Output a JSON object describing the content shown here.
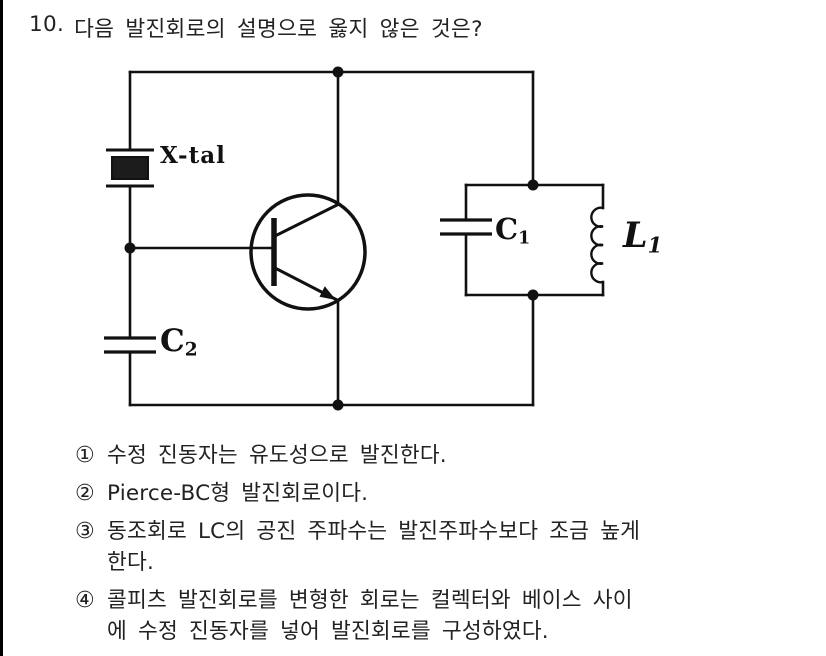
{
  "page": {
    "background": "#ffffff",
    "ink": "#111111"
  },
  "question": {
    "number": "10.",
    "text": "다음 발진회로의 설명으로 옳지 않은 것은?"
  },
  "circuit": {
    "component_labels": {
      "crystal": "X-tal",
      "c1_letter": "C",
      "c1_sub": "1",
      "c2_letter": "C",
      "c2_sub": "2",
      "l1_letter": "L",
      "l1_sub": "1"
    }
  },
  "options": [
    {
      "marker": "①",
      "lines": [
        "수정 진동자는 유도성으로 발진한다."
      ]
    },
    {
      "marker": "②",
      "lines": [
        "Pierce-BC형 발진회로이다."
      ]
    },
    {
      "marker": "③",
      "lines": [
        "동조회로 LC의 공진 주파수는 발진주파수보다 조금 높게",
        "한다."
      ]
    },
    {
      "marker": "④",
      "lines": [
        "콜피츠 발진회로를 변형한 회로는 컬렉터와 베이스 사이",
        "에 수정 진동자를 넣어 발진회로를 구성하였다."
      ]
    }
  ]
}
